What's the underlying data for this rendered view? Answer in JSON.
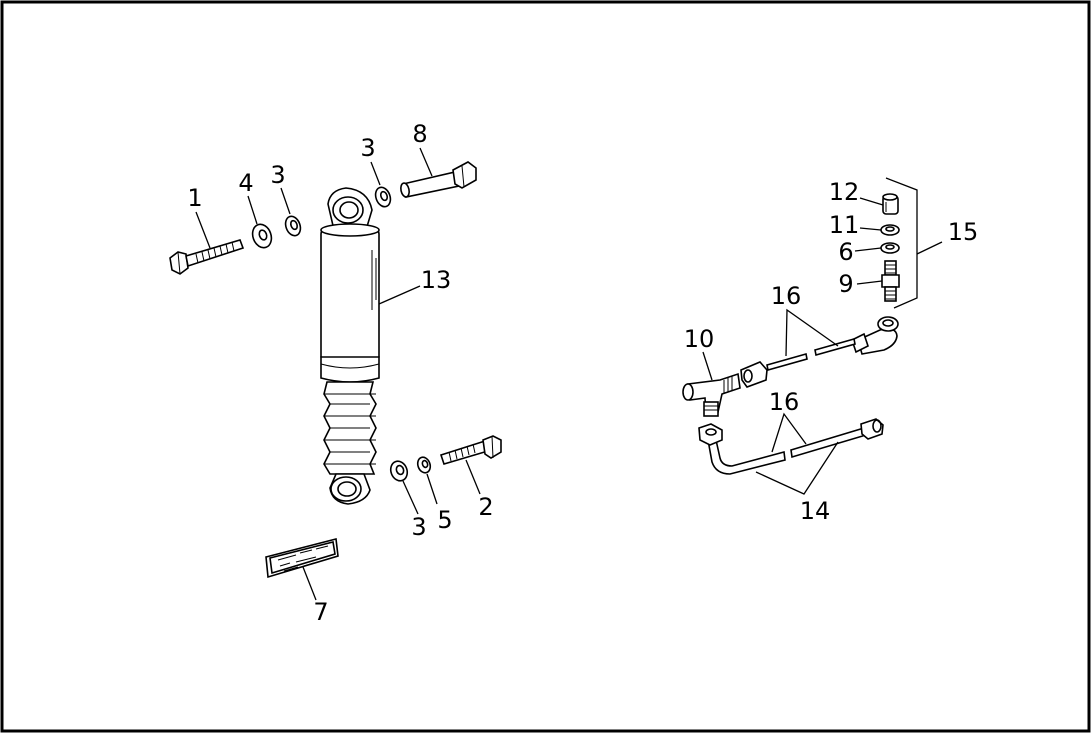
{
  "callouts": {
    "c1": "1",
    "c2": "2",
    "c3a": "3",
    "c3b": "3",
    "c3c": "3",
    "c4": "4",
    "c5": "5",
    "c6": "6",
    "c7": "7",
    "c8": "8",
    "c9": "9",
    "c10": "10",
    "c11": "11",
    "c12": "12",
    "c13": "13",
    "c14": "14",
    "c15": "15",
    "c16a": "16",
    "c16b": "16"
  }
}
